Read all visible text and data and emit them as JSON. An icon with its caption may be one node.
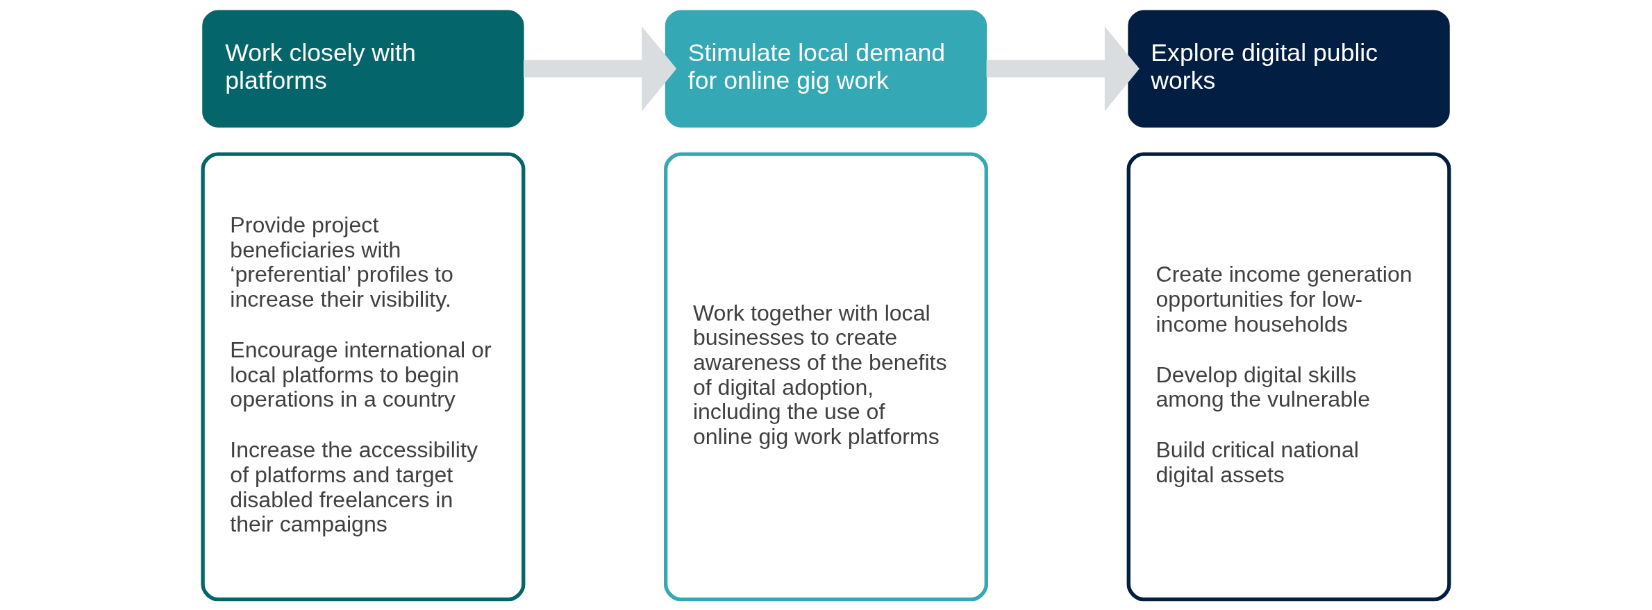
{
  "diagram": {
    "nodes": [
      {
        "text": [
          "Work closely with platforms"
        ]
      },
      {
        "text": [
          "Provide project beneficiaries with ‘preferential’ profiles to increase their visibility.",
          "Encourage international or local platforms to begin operations in a country",
          "Increase the accessibility of platforms and target disabled freelancers in their campaigns"
        ]
      },
      {
        "text": [
          "Stimulate local demand for online gig work"
        ]
      },
      {
        "text": [
          "Work together with local businesses to create awareness of the benefits of digital adoption, including the use of online gig work platforms"
        ]
      },
      {
        "text": [
          "Explore digital public works"
        ]
      },
      {
        "text": [
          "Create income generation opportunities for low-income households",
          "Develop digital skills among the vulnerable",
          "Build critical national digital assets"
        ]
      }
    ],
    "edges": [
      {
        "from": 0,
        "to": 2,
        "arrow": "to"
      },
      {
        "from": 2,
        "to": 4,
        "arrow": "to"
      }
    ]
  }
}
